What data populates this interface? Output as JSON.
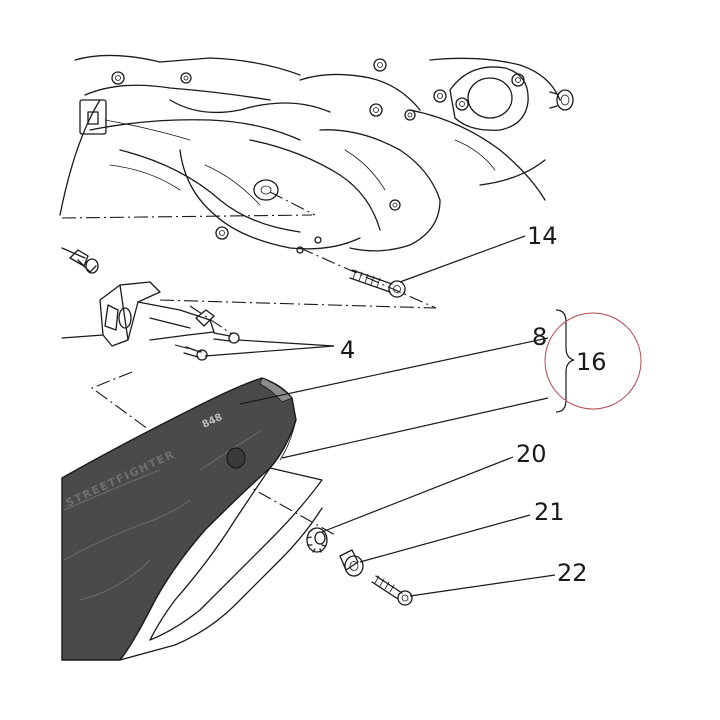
{
  "callouts": {
    "c14": "14",
    "c4": "4",
    "c8": "8",
    "c16": "16",
    "c20": "20",
    "c21": "21",
    "c22": "22"
  },
  "panel": {
    "brand_text": "STREETFIGHTER",
    "model_text": "848"
  },
  "colors": {
    "panel_fill": "#4a4a4a",
    "highlight_circle": "#b5484e",
    "line": "#1a1a1a"
  }
}
